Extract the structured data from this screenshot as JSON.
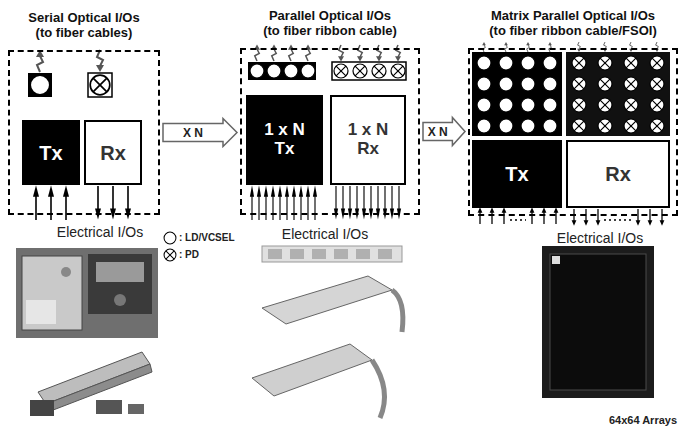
{
  "diagram": {
    "nodes": [
      {
        "text": [
          "Serial Optical I/Os",
          "(to fiber cables)"
        ]
      },
      {
        "text": [
          "Tx"
        ],
        "in": 0
      },
      {
        "text": [
          "Rx"
        ],
        "in": 0
      },
      {
        "text": [
          "Parallel Optical I/Os",
          "(to fiber ribbon cable)"
        ]
      },
      {
        "text": [
          "1 x N Tx"
        ],
        "in": 3
      },
      {
        "text": [
          "1 x N Rx"
        ],
        "in": 3
      },
      {
        "text": [
          "Matrix Parallel Optical I/Os",
          "(to fiber ribbon cable/FSOI)"
        ]
      },
      {
        "text": [
          "Tx"
        ],
        "in": 6
      },
      {
        "text": [
          "Rx"
        ],
        "in": 6
      }
    ],
    "edges": [
      {
        "from": 0,
        "to": 3,
        "arrow": "to",
        "label": "X N"
      },
      {
        "from": 3,
        "to": 6,
        "arrow": "to",
        "label": "X N"
      }
    ],
    "labels": [
      "Electrical I/Os",
      "Electrical I/Os",
      "Electrical I/Os",
      "64x64 Arrays"
    ],
    "legend": [
      {
        "text": ": LD/VCSEL"
      },
      {
        "text": ": PD"
      }
    ]
  }
}
